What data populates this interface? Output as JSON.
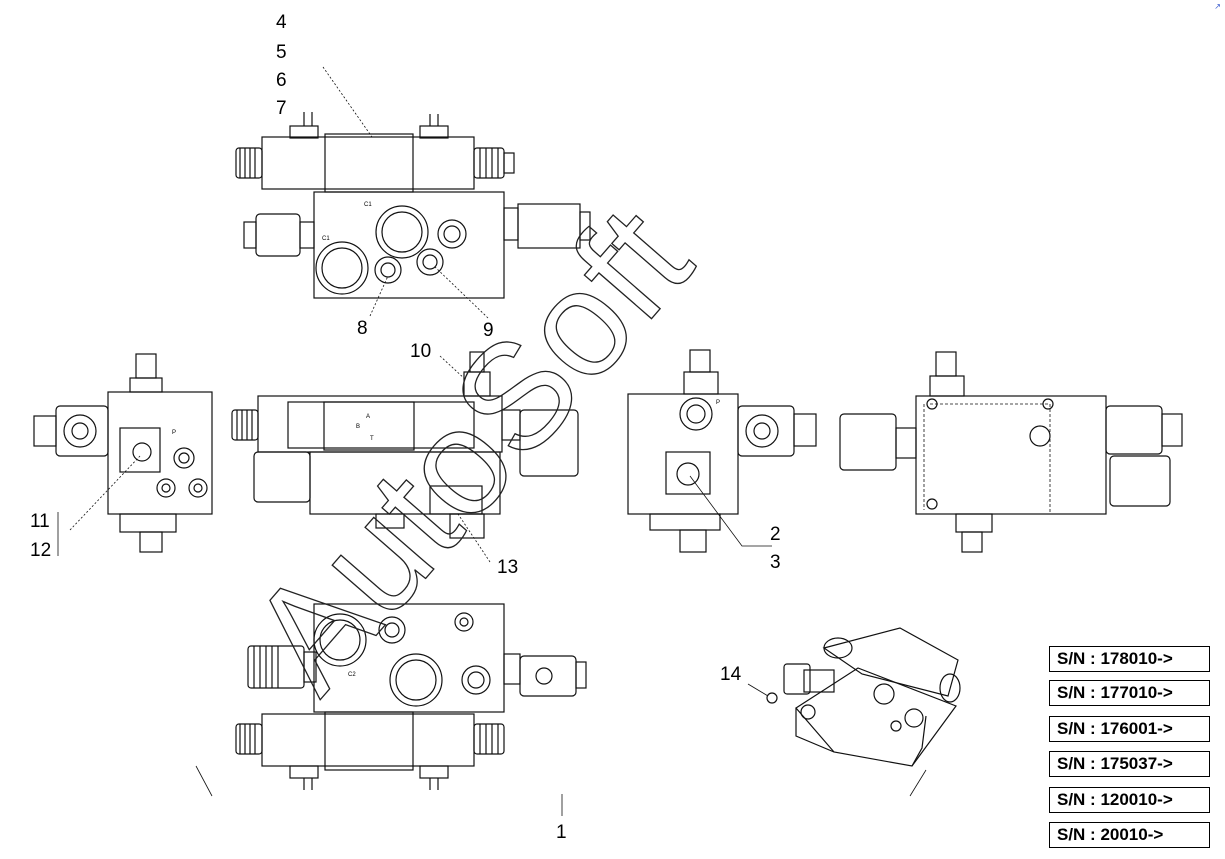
{
  "callouts": {
    "c1": "1",
    "c2": "2",
    "c3": "3",
    "c4": "4",
    "c5": "5",
    "c6": "6",
    "c7": "7",
    "c8": "8",
    "c9": "9",
    "c10": "10",
    "c11": "11",
    "c12": "12",
    "c13": "13",
    "c14": "14"
  },
  "serial_numbers": [
    "S/N : 178010->",
    "S/N : 177010->",
    "S/N : 176001->",
    "S/N : 175037->",
    "S/N : 120010->",
    "S/N : 20010->"
  ],
  "watermark": "AutoSoft",
  "port_labels": {
    "c1_top": "C1",
    "c1_left": "C1",
    "p": "P",
    "c2": "C2",
    "a": "A",
    "b": "B",
    "t": "T"
  }
}
